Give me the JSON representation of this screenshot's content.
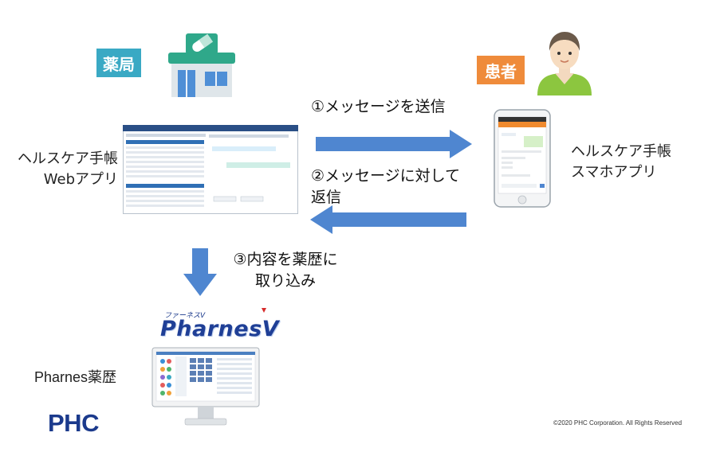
{
  "pharmacy": {
    "tag": "薬局",
    "tag_color": "#3aa9c4"
  },
  "patient": {
    "tag": "患者",
    "tag_color": "#ef8b3b"
  },
  "web_app": {
    "label_line1": "ヘルスケア手帳",
    "label_line2": "Webアプリ"
  },
  "smartphone_app": {
    "label_line1": "ヘルスケア手帳",
    "label_line2": "スマホアプリ"
  },
  "steps": {
    "send": "①メッセージを送信",
    "reply_line1": "②メッセージに対して",
    "reply_line2": "返信",
    "import_line1": "③内容を薬歴に",
    "import_line2": "取り込み"
  },
  "pharnes": {
    "label": "Pharnes薬歴",
    "logo_kana": "ファーネスV",
    "logo_text": "PharnesV"
  },
  "brand": {
    "logo_text": "PHC",
    "color": "#1b3a8c"
  },
  "copyright": "©2020 PHC Corporation. All Rights Reserved",
  "colors": {
    "arrow": "#4f86d0",
    "pharmacy_green": "#2fa88a"
  }
}
